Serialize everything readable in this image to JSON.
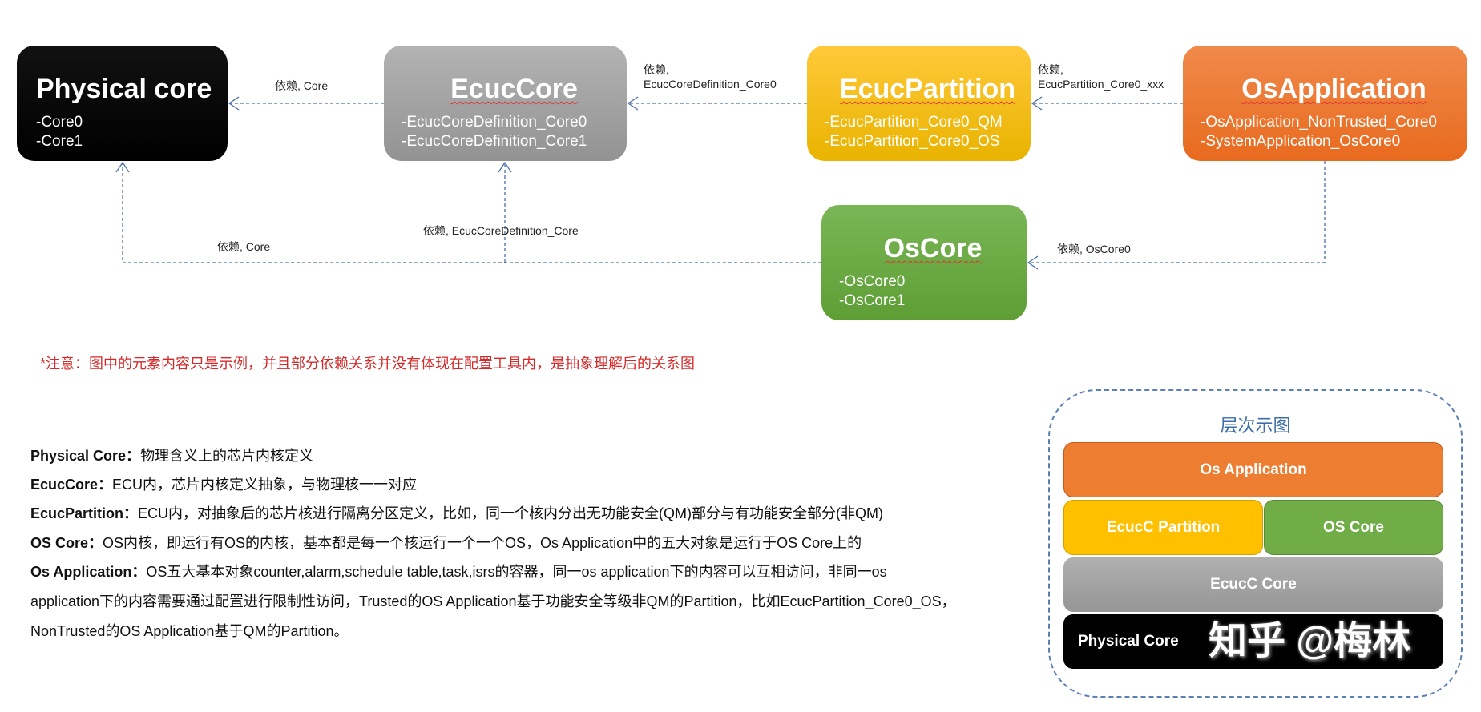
{
  "nodes": {
    "physical_core": {
      "title": "Physical core",
      "items": [
        "-Core0",
        "-Core1"
      ],
      "color": "#000000"
    },
    "ecuc_core": {
      "title": "EcucCore",
      "items": [
        "-EcucCoreDefinition_Core0",
        "-EcucCoreDefinition_Core1"
      ],
      "color": "#a5a5a5"
    },
    "ecuc_partition": {
      "title": "EcucPartition",
      "items": [
        "-EcucPartition_Core0_QM",
        "-EcucPartition_Core0_OS"
      ],
      "color": "#ffc000"
    },
    "os_application": {
      "title": "OsApplication",
      "items": [
        "-OsApplication_NonTrusted_Core0",
        "-SystemApplication_OsCore0"
      ],
      "color": "#ed7d31"
    },
    "os_core": {
      "title": "OsCore",
      "items": [
        "-OsCore0",
        "-OsCore1"
      ],
      "color": "#70ad47"
    }
  },
  "edges": {
    "ecuccore_to_physical": "依赖, Core",
    "partition_to_ecuccore_1": "依赖,",
    "partition_to_ecuccore_2": "EcucCoreDefinition_Core0",
    "osapp_to_partition_1": "依赖,",
    "osapp_to_partition_2": "EcucPartition_Core0_xxx",
    "osapp_to_oscore": "依赖, OsCore0",
    "oscore_to_ecuccore": "依赖, EcucCoreDefinition_Core",
    "oscore_to_physical": "依赖, Core"
  },
  "note": "*注意：图中的元素内容只是示例，并且部分依赖关系并没有体现在配置工具内，是抽象理解后的关系图",
  "description": [
    {
      "term": "Physical Core：",
      "text": "物理含义上的芯片内核定义"
    },
    {
      "term": "EcucCore：",
      "text": "ECU内，芯片内核定义抽象，与物理核一一对应"
    },
    {
      "term": "EcucPartition：",
      "text": "ECU内，对抽象后的芯片核进行隔离分区定义，比如，同一个核内分出无功能安全(QM)部分与有功能安全部分(非QM)"
    },
    {
      "term": "OS Core：",
      "text": "OS内核，即运行有OS的内核，基本都是每一个核运行一个一个OS，Os Application中的五大对象是运行于OS Core上的"
    },
    {
      "term": "Os Application：",
      "text": "OS五大基本对象counter,alarm,schedule table,task,isrs的容器，同一os application下的内容可以互相访问，非同一os"
    },
    {
      "term": "",
      "text": "application下的内容需要通过配置进行限制性访问，Trusted的OS Application基于功能安全等级非QM的Partition，比如EcucPartition_Core0_OS，"
    },
    {
      "term": "",
      "text": "NonTrusted的OS Application基于QM的Partition。"
    }
  ],
  "layers": {
    "title": "层次示图",
    "os_application": "Os Application",
    "ecuc_partition": "EcucC Partition",
    "os_core": "OS Core",
    "ecuc_core": "EcucC Core",
    "physical_core": "Physical Core"
  },
  "watermark": "知乎 @梅林"
}
